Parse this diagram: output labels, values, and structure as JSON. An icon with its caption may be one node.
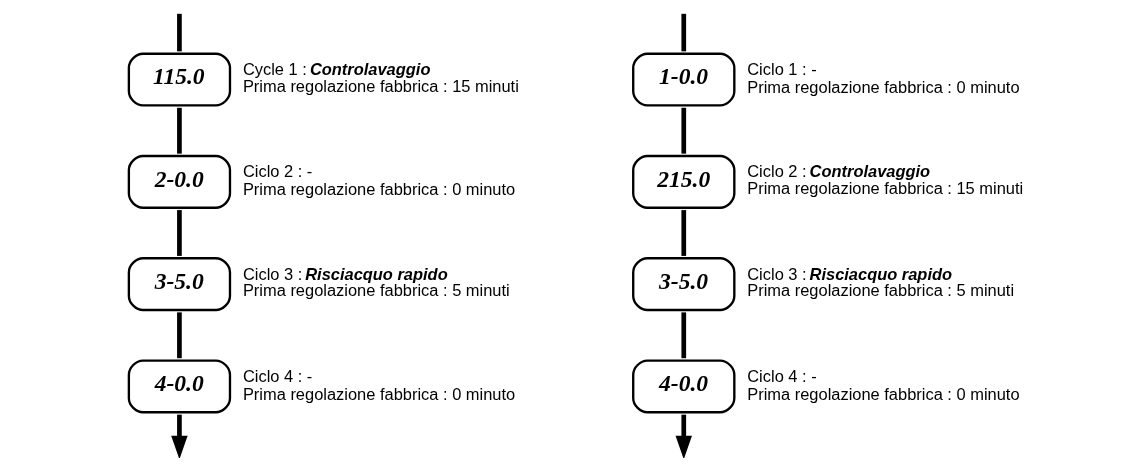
{
  "diagram": {
    "nodes": [
      {
        "text": [
          "115.0"
        ],
        "beside": [
          "Cycle 1 : **Controlavaggio**",
          "Prima regolazione fabbrica : 15 minuti"
        ]
      },
      {
        "text": [
          "2-0.0"
        ],
        "beside": [
          "Ciclo 2 : -",
          "Prima regolazione fabbrica : 0 minuto"
        ]
      },
      {
        "text": [
          "3-5.0"
        ],
        "beside": [
          "Ciclo 3 : **Risciacquo rapido**",
          "Prima regolazione fabbrica : 5 minuti"
        ]
      },
      {
        "text": [
          "4-0.0"
        ],
        "beside": [
          "Ciclo 4 : -",
          "Prima regolazione fabbrica : 0 minuto"
        ]
      },
      {
        "text": [
          "1-0.0"
        ],
        "beside": [
          "Ciclo 1 : -",
          "Prima regolazione fabbrica : 0 minuto"
        ]
      },
      {
        "text": [
          "215.0"
        ],
        "beside": [
          "Ciclo 2 : **Controlavaggio**",
          "Prima regolazione fabbrica : 15 minuti"
        ]
      },
      {
        "text": [
          "3-5.0"
        ],
        "beside": [
          "Ciclo 3 : **Risciacquo rapido**",
          "Prima regolazione fabbrica : 5 minuti"
        ]
      },
      {
        "text": [
          "4-0.0"
        ],
        "beside": [
          "Ciclo 4 : -",
          "Prima regolazione fabbrica : 0 minuto"
        ]
      }
    ],
    "edges": [
      {
        "from": null,
        "to": 0,
        "arrow": "none"
      },
      {
        "from": 0,
        "to": 1,
        "arrow": "none"
      },
      {
        "from": 1,
        "to": 2,
        "arrow": "none"
      },
      {
        "from": 2,
        "to": 3,
        "arrow": "none"
      },
      {
        "from": 3,
        "to": null,
        "arrow": "to"
      },
      {
        "from": null,
        "to": 4,
        "arrow": "none"
      },
      {
        "from": 4,
        "to": 5,
        "arrow": "none"
      },
      {
        "from": 5,
        "to": 6,
        "arrow": "none"
      },
      {
        "from": 6,
        "to": 7,
        "arrow": "none"
      },
      {
        "from": 7,
        "to": null,
        "arrow": "to"
      }
    ]
  }
}
